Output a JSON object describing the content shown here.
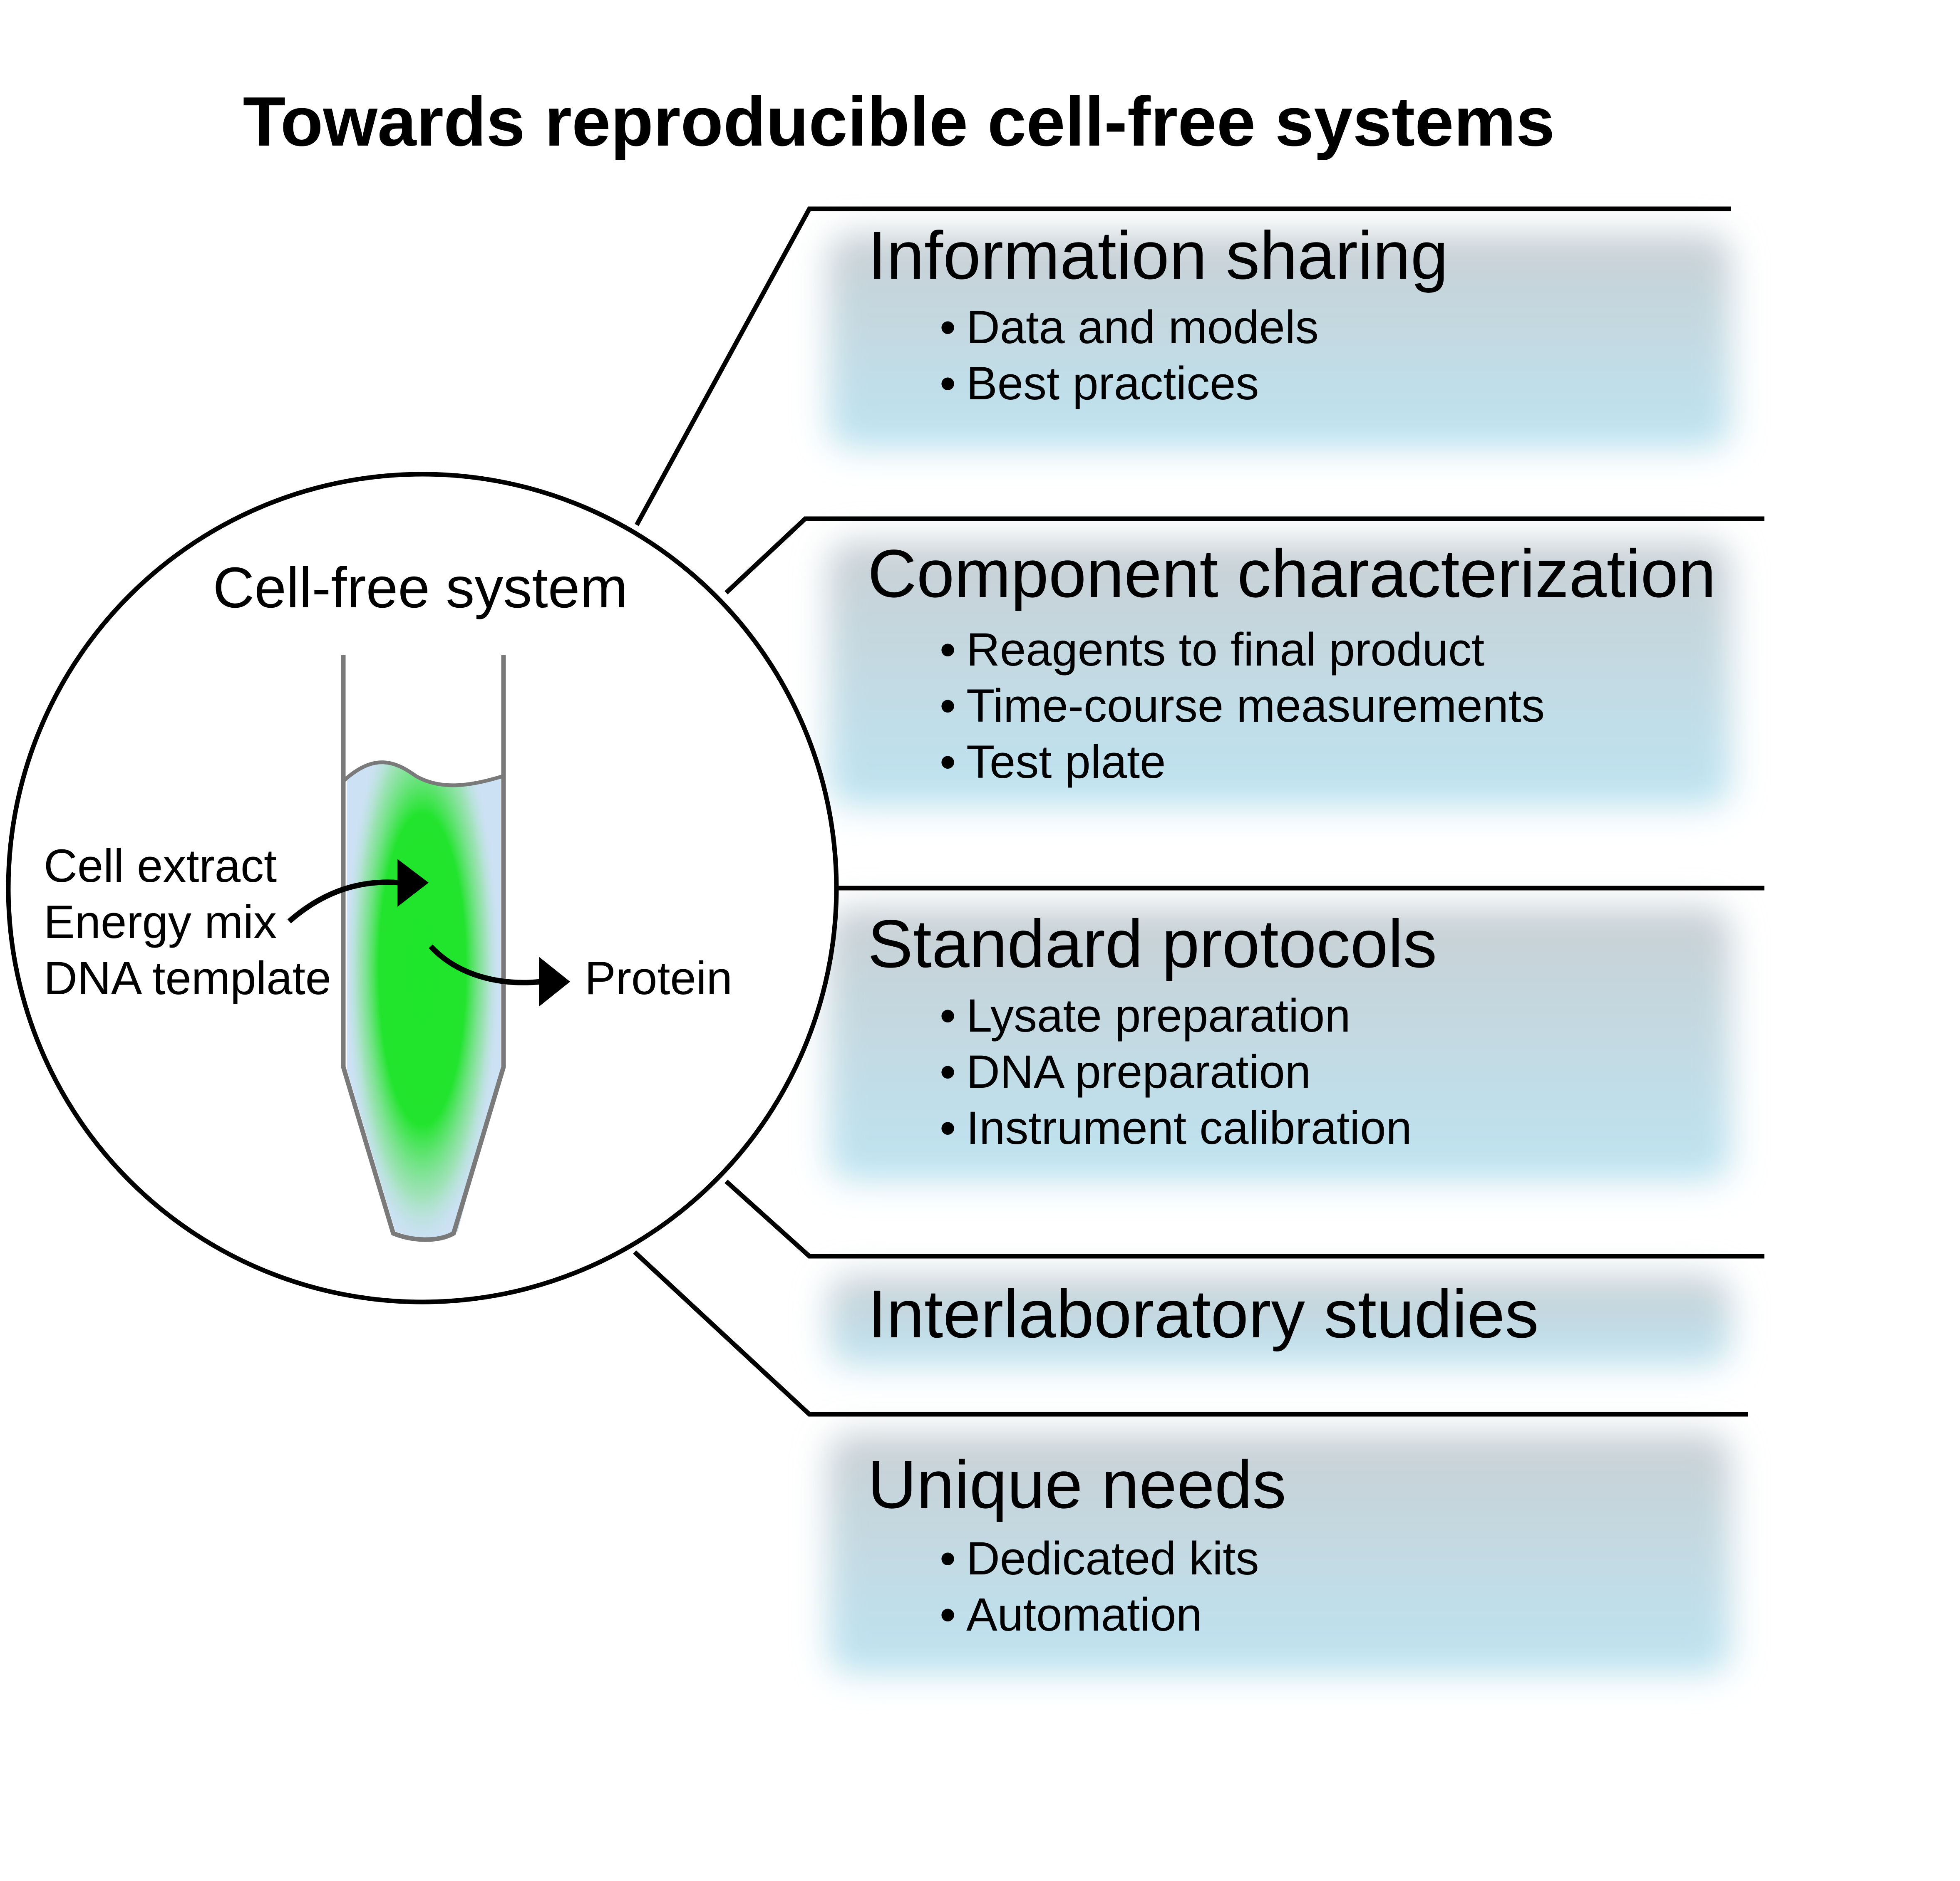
{
  "title": "Towards reproducible cell-free systems",
  "cell_free_system": {
    "heading": "Cell-free system",
    "inputs": [
      "Cell extract",
      "Energy mix",
      "DNA template"
    ],
    "output": "Protein"
  },
  "categories": [
    {
      "title": "Information sharing",
      "items": [
        "Data and models",
        "Best practices"
      ]
    },
    {
      "title": "Component characterization",
      "items": [
        "Reagents to final product",
        "Time-course measurements",
        "Test plate"
      ]
    },
    {
      "title": "Standard protocols",
      "items": [
        "Lysate preparation",
        "DNA preparation",
        "Instrument calibration"
      ]
    },
    {
      "title": "Interlaboratory studies",
      "items": []
    },
    {
      "title": "Unique needs",
      "items": [
        "Dedicated kits",
        "Automation"
      ]
    }
  ],
  "bullet_symbol": "•",
  "colors": {
    "panel_top": "#c9d0d5",
    "panel_bottom": "#bde4f1",
    "tube_fill": "#cde1f5",
    "fluorescence": "#1ee62a",
    "outline": "#000000",
    "tube_outline": "#7a7a7a"
  }
}
